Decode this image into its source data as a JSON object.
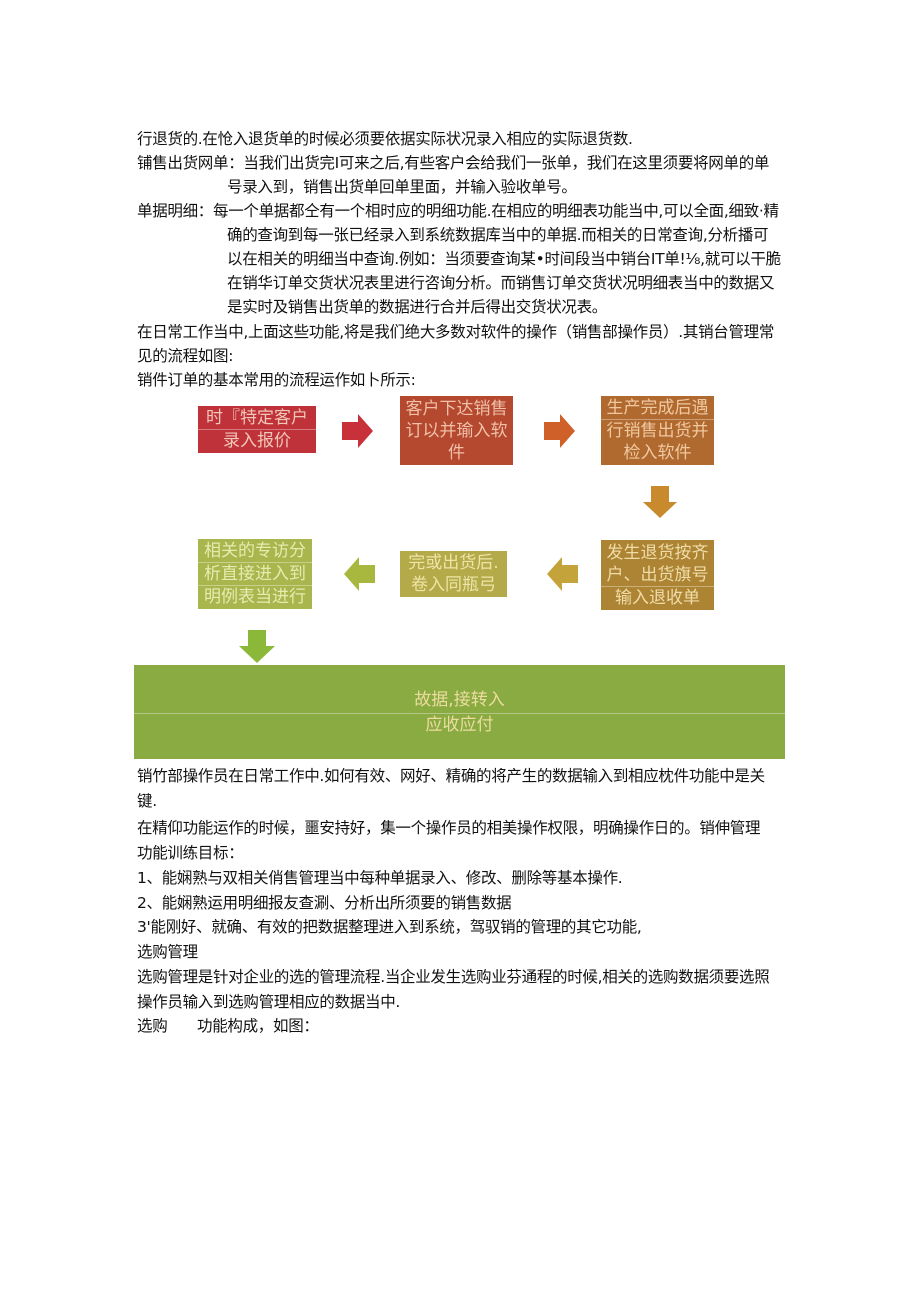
{
  "doc": {
    "lines": {
      "l1": "行退货的.在怆入退货单的时候必须要依据实际状况录入相应的实际退货数.",
      "l2": "铺售出货网单：当我们出货完I可来之后,有些客户会给我们一张单，我们在这里须要将网单的单",
      "l3": "号录入到，销售出货单回单里面，并输入验收单号。",
      "l4": "单据明细：每一个单据都仝有一个相时应的明细功能.在相应的明细表功能当中,可以全面,细致·精",
      "l5": "确的查询到每一张已经录入到系统数据库当中的单据.而相关的日常查询,分析播可",
      "l6": "以在相关的明细当中查询.例如：当须要查询某•时间段当中销台IT单!⅛,就可以干脆",
      "l7": "在销华订单交货状况表里进行咨询分析。而销售订单交货状况明细表当中的数据又",
      "l8": "是实时及销售出货单的数据进行合并后得出交货状况表。",
      "l9": "在日常工作当中,上面这些功能,将是我们绝大多数对软件的操作（销售部操作员）.其销台管理常",
      "l10": "见的流程如图:",
      "l11": "销件订单的基本常用的流程运作如卜所示:",
      "l12": "销竹部操作员在日常工作中.如何有效、网好、精确的将产生的数据输入到相应枕件功能中是关",
      "l13": "键.",
      "l14": "在精仰功能运作的时候，噩安持好，集一个操作员的相美操作权限，明确操作日的。销伸管理",
      "l15": "功能训练目标：",
      "l16": "1、能娴熟与双相关俏售管理当中每种单据录入、修改、删除等基本操作.",
      "l17": "2、能娴熟运用明细报友查涮、分析出所须要的销售数据",
      "l18": "3'能刚好、就确、有效的把数据整理进入到系统，驾驭销的管理的其它功能,",
      "l19": "选购管理",
      "l20": "选购管理是针对企业的选的管理流程.当企业发生选购业芬通程的时候,相关的选购数据须要选照",
      "l21": "操作员输入到选购管理相应的数据当中.",
      "l22a": "选购",
      "l22b": "功能构成，如图："
    }
  },
  "flow": {
    "step1": {
      "lines": [
        "时『特定客户",
        "录入报价"
      ],
      "color": "#c0323a"
    },
    "step2": {
      "lines": [
        "客户下达销售",
        "订以并瑜入软",
        "件"
      ],
      "color": "#b4492f"
    },
    "step3": {
      "lines": [
        "生产完成后遇",
        "行销售出货并",
        "检入软件"
      ],
      "color": "#b06a30"
    },
    "step4": {
      "lines": [
        "发生退货按齐",
        "户、出货旗号",
        "输入退收单"
      ],
      "color": "#ac8433"
    },
    "step5": {
      "lines": [
        "完或出货后.",
        "卷入同瓶弓"
      ],
      "color": "#b4aa4a"
    },
    "step6": {
      "lines": [
        "相关的专访分",
        "析直接进入到",
        "明例表当进行"
      ],
      "color": "#a9b64e"
    },
    "final": {
      "lines": [
        "故据,接转入",
        "应收应付"
      ],
      "color": "#8aab42"
    },
    "text_color": "#f0d8a8",
    "arrow_colors": {
      "a1": "#c8303a",
      "a2": "#d0602a",
      "a3": "#c88a2c",
      "a4": "#c4a43a",
      "a5": "#a8b83e",
      "a6": "#8cb83a"
    }
  }
}
